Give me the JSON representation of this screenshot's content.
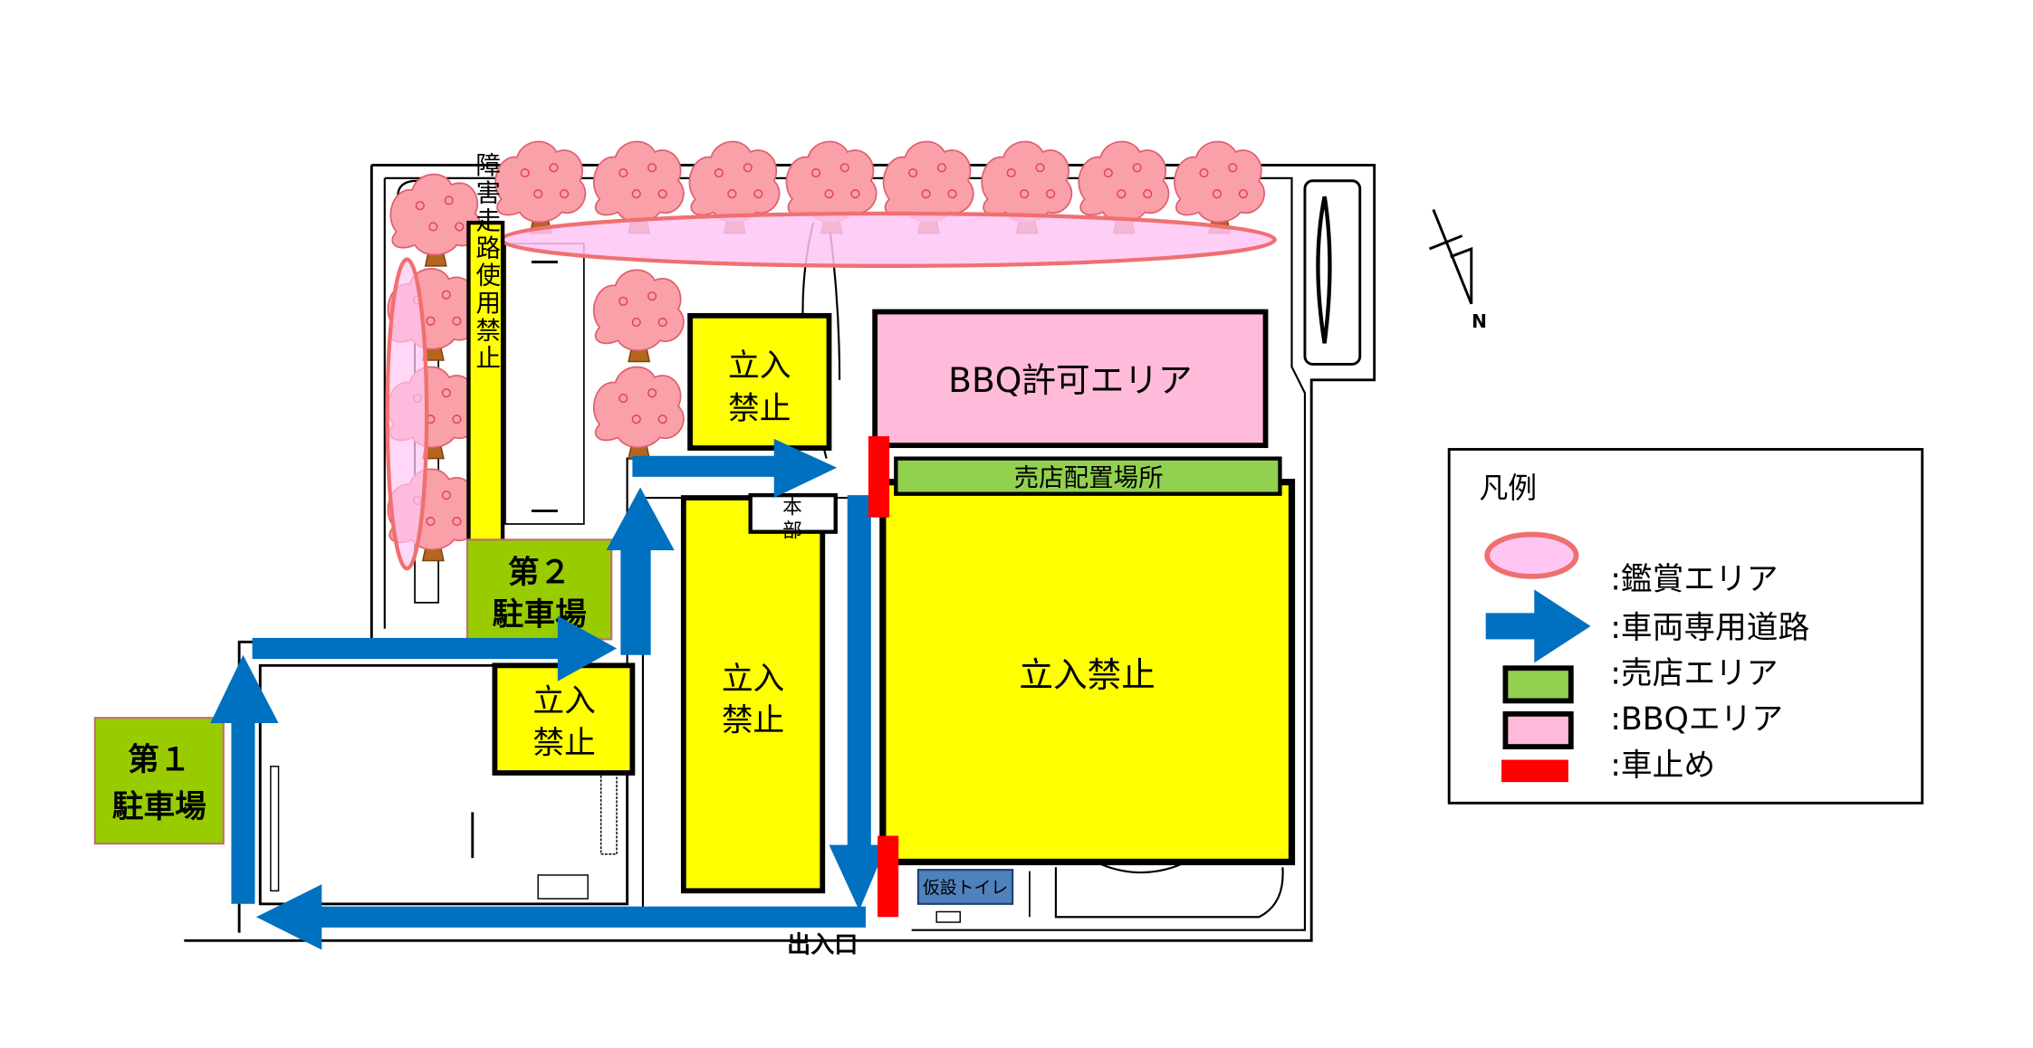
{
  "map": {
    "labels": {
      "obstacle_course": "障害走路使用禁止",
      "no_entry_top": [
        "立入",
        "禁止"
      ],
      "bbq_area": "BBQ許可エリア",
      "shop_area": "売店配置場所",
      "no_entry_big": "立入禁止",
      "no_entry_tall": [
        "立入",
        "禁止"
      ],
      "no_entry_small": [
        "立入",
        "禁止"
      ],
      "headquarters": [
        "本",
        "部"
      ],
      "parking2": [
        "第２",
        "駐車場"
      ],
      "parking1": [
        "第１",
        "駐車場"
      ],
      "toilet": "仮設トイレ",
      "entrance": "出入口",
      "north": "N"
    },
    "colors": {
      "yellow": "#ffff00",
      "pink": "#ffbbd9",
      "green": "#92d050",
      "parking_green": "#99cc00",
      "blue_arrow": "#0070c0",
      "red_stop": "#ff0000",
      "viewing": "#ffc6f4",
      "viewing_border": "#f07070",
      "toilet_blue": "#4f81bd"
    }
  },
  "legend": {
    "title": "凡例",
    "items": [
      {
        "icon": "viewing-area-ellipse",
        "label": ":鑑賞エリア"
      },
      {
        "icon": "vehicle-road-arrow",
        "label": ":車両専用道路"
      },
      {
        "icon": "shop-area-swatch",
        "label": ":売店エリア"
      },
      {
        "icon": "bbq-area-swatch",
        "label": ":BBQエリア"
      },
      {
        "icon": "car-stop-bar",
        "label": ":車止め"
      }
    ]
  }
}
